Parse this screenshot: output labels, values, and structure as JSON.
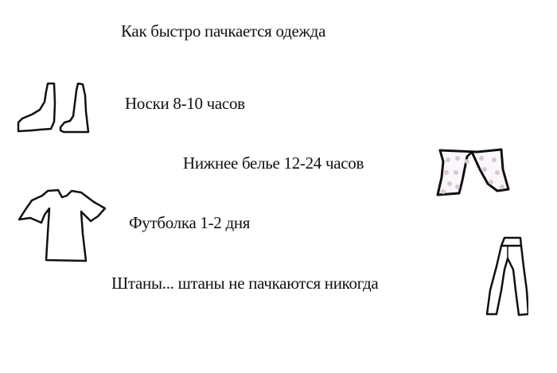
{
  "title": "Как быстро пачкается одежда",
  "items": [
    {
      "label": "Носки 8-10 часов",
      "icon": "socks-icon"
    },
    {
      "label": "Нижнее белье 12-24 часов",
      "icon": "shorts-icon"
    },
    {
      "label": "Футболка 1-2 дня",
      "icon": "tshirt-icon"
    },
    {
      "label": "Штаны... штаны не пачкаются никогда",
      "icon": "pants-icon"
    }
  ],
  "colors": {
    "background": "#ffffff",
    "stroke": "#111111",
    "dots": "#d8c8d4"
  }
}
